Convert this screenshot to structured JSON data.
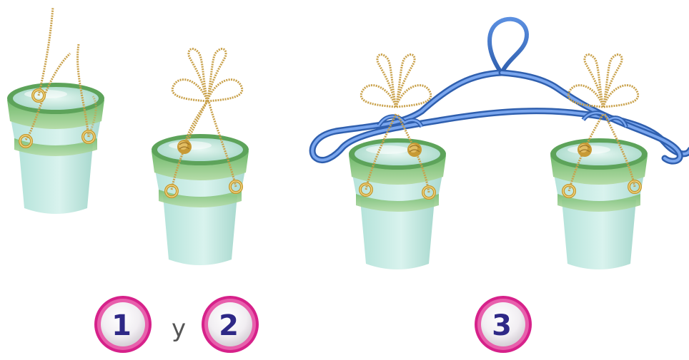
{
  "steps": {
    "step1": "1",
    "connector": "y",
    "step2": "2",
    "step3": "3"
  },
  "colors": {
    "badge_ring": "#d6218a",
    "badge_number": "#2e2886",
    "pot_band": "#4f9a4a",
    "pot_body": "#bfe7df",
    "string": "#c9a14a",
    "hanger": "#3a6ec4"
  }
}
